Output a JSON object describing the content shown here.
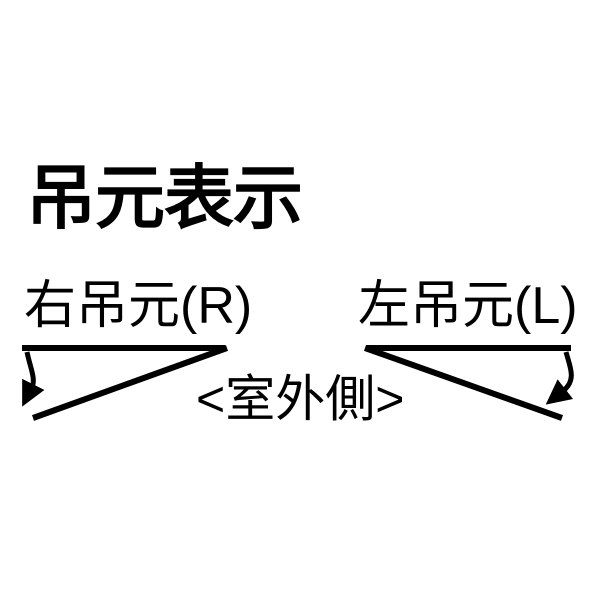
{
  "page": {
    "background_color": "#ffffff",
    "ink_color": "#000000"
  },
  "title": {
    "text": "吊元表示"
  },
  "diagrams": {
    "right_hinge": {
      "label": "右吊元(R)",
      "icon": "curved-swing-arrow"
    },
    "left_hinge": {
      "label": "左吊元(L)",
      "icon": "curved-swing-arrow"
    },
    "center_note": {
      "text": "<室外側>"
    }
  }
}
